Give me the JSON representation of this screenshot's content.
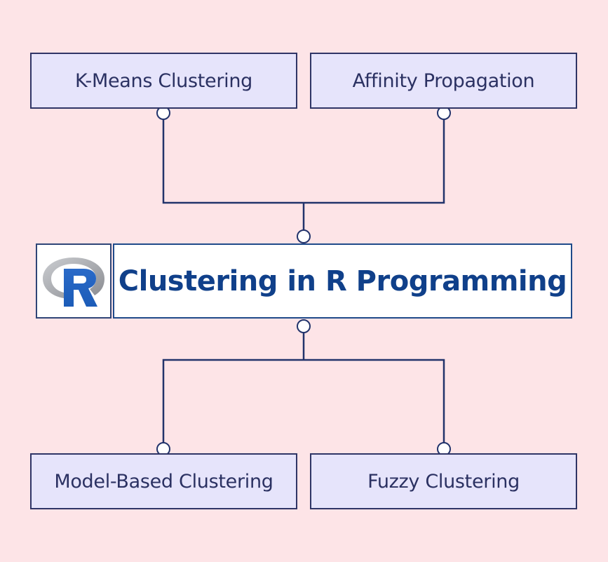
{
  "diagram": {
    "title": "Clustering in R Programming",
    "logo": "r-language-logo",
    "top_nodes": [
      {
        "label": "K-Means Clustering"
      },
      {
        "label": "Affinity Propagation"
      }
    ],
    "bottom_nodes": [
      {
        "label": "Model-Based Clustering"
      },
      {
        "label": "Fuzzy Clustering"
      }
    ],
    "colors": {
      "background": "#fde4e7",
      "node_fill": "#e6e4fb",
      "node_border": "#2f3566",
      "title_text": "#10408a",
      "connector": "#1f3a6e"
    }
  }
}
